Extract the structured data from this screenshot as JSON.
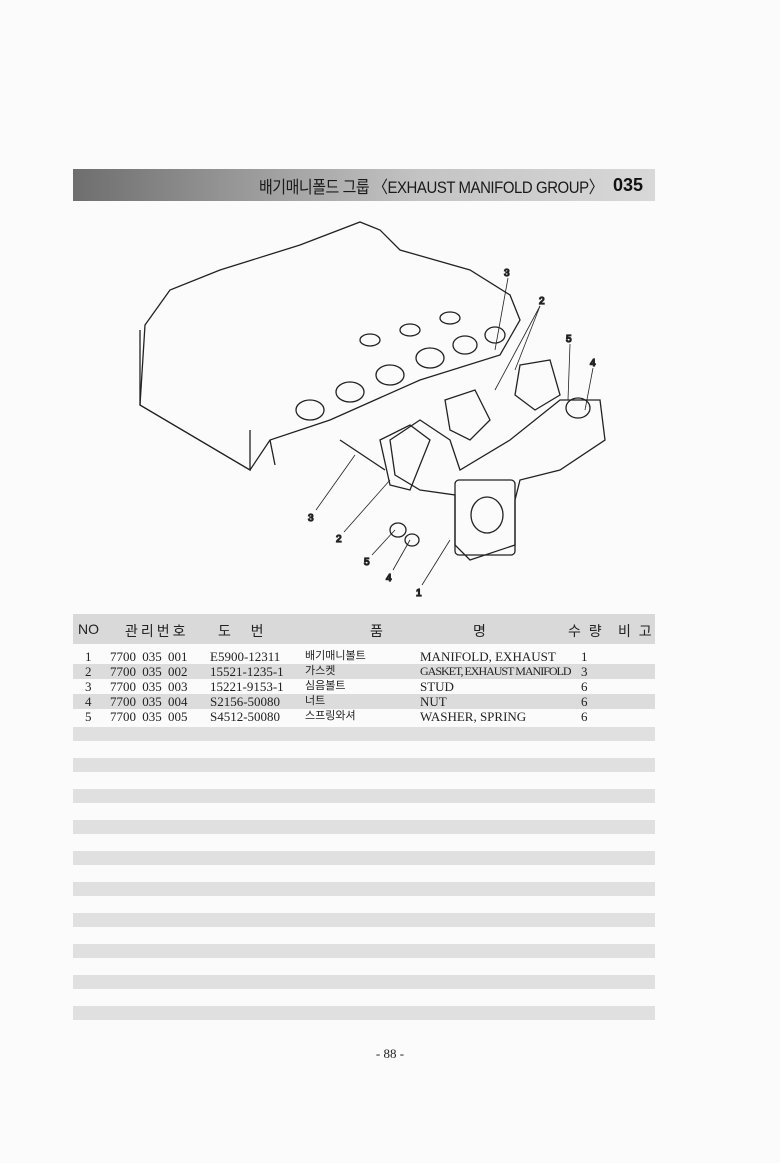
{
  "header": {
    "title": "배기매니폴드 그룹 〈EXHAUST MANIFOLD GROUP〉",
    "group_code": "035"
  },
  "diagram": {
    "callouts": [
      "3",
      "2",
      "5",
      "4",
      "3",
      "2",
      "5",
      "4",
      "1"
    ]
  },
  "table": {
    "columns": [
      "NO",
      "관리번호",
      "도  번",
      "품",
      "명",
      "수 량",
      "비 고"
    ],
    "rows": [
      {
        "no": "1",
        "mgmt": "7700 035 001",
        "drawing": "E5900-12311",
        "name_kr": "배기매니볼트",
        "name_en": "MANIFOLD, EXHAUST",
        "qty": "1"
      },
      {
        "no": "2",
        "mgmt": "7700 035 002",
        "drawing": "15521-1235-1",
        "name_kr": "가스켓",
        "name_en": "GASKET, EXHAUST MANIFOLD",
        "qty": "3"
      },
      {
        "no": "3",
        "mgmt": "7700 035 003",
        "drawing": "15221-9153-1",
        "name_kr": "심음볼트",
        "name_en": "STUD",
        "qty": "6"
      },
      {
        "no": "4",
        "mgmt": "7700 035 004",
        "drawing": "S2156-50080",
        "name_kr": "너트",
        "name_en": "NUT",
        "qty": "6"
      },
      {
        "no": "5",
        "mgmt": "7700 035 005",
        "drawing": "S4512-50080",
        "name_kr": "스프링와셔",
        "name_en": "WASHER, SPRING",
        "qty": "6"
      }
    ]
  },
  "footer": {
    "page_number": "- 88 -"
  }
}
